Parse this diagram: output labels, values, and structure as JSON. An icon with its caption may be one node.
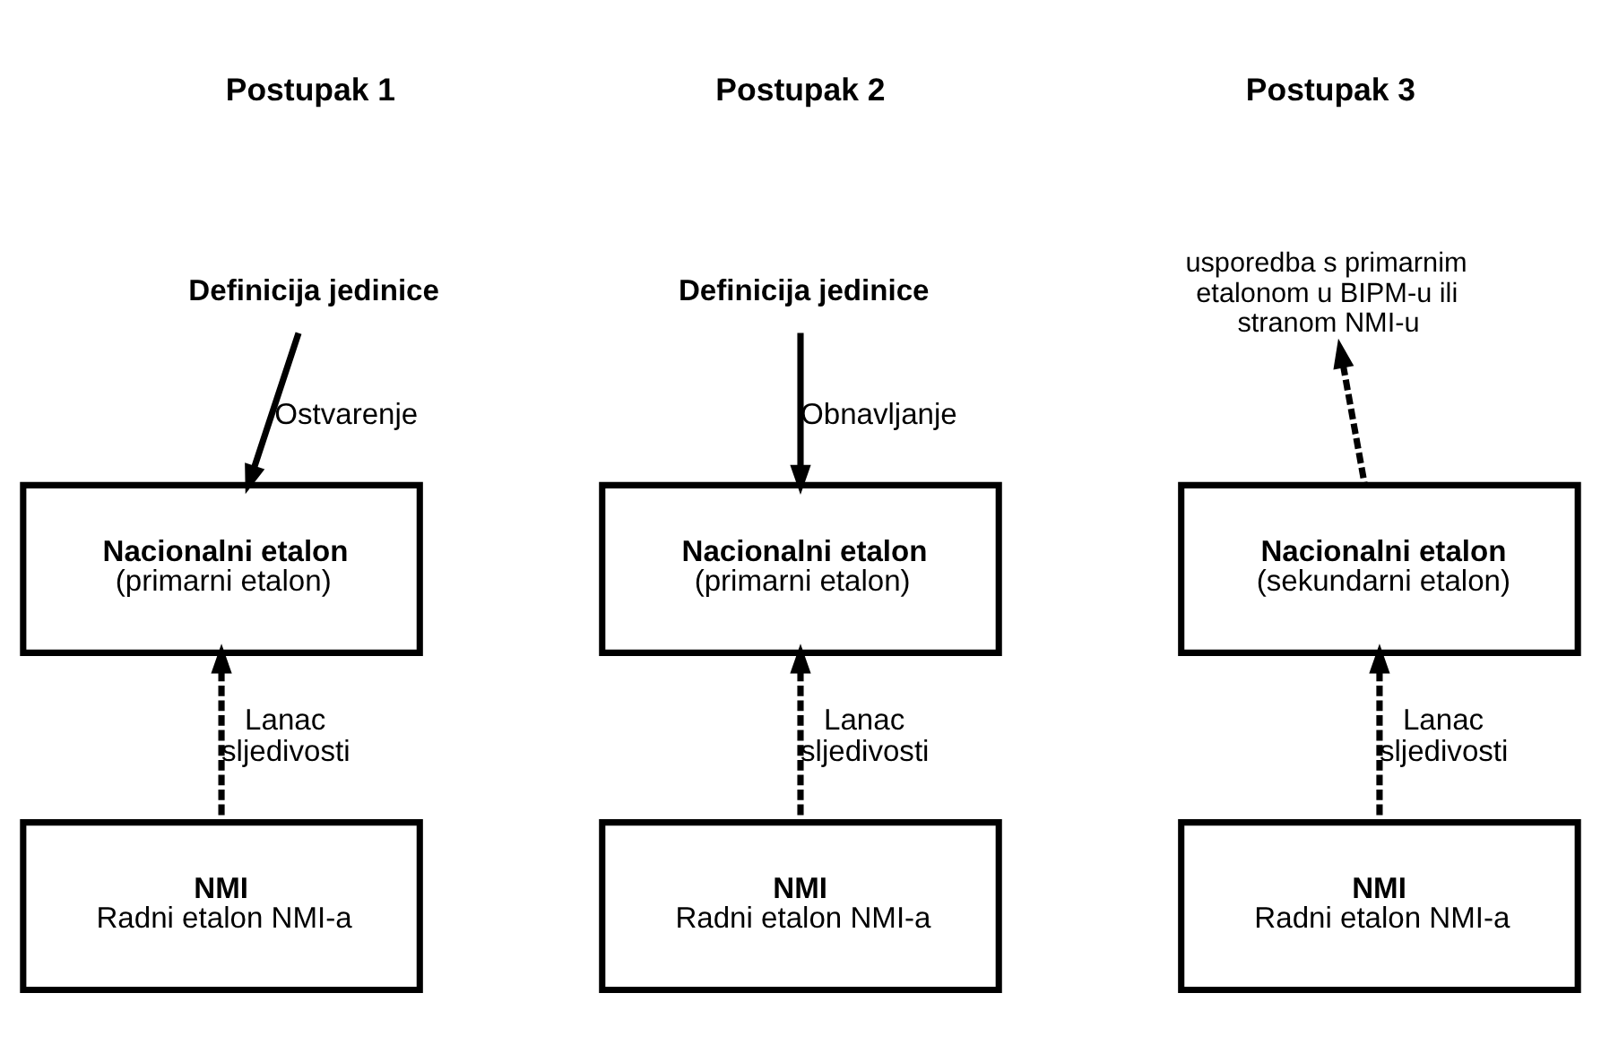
{
  "diagram": {
    "nodes": [
      {
        "text": [
          "Definicija jedinice"
        ]
      },
      {
        "text": [
          "Definicija jedinice"
        ]
      },
      {
        "text": [
          "usporedba s primarnim etalonom u BIPM-u ili stranom NMI-u"
        ]
      },
      {
        "text": [
          "Nacionalni etalon",
          "(primarni etalon)"
        ]
      },
      {
        "text": [
          "Nacionalni etalon",
          "(primarni etalon)"
        ]
      },
      {
        "text": [
          "Nacionalni etalon",
          "(sekundarni etalon)"
        ]
      },
      {
        "text": [
          "NMI",
          "Radni etalon NMI-a"
        ]
      },
      {
        "text": [
          "NMI",
          "Radni etalon NMI-a"
        ]
      },
      {
        "text": [
          "NMI",
          "Radni etalon NMI-a"
        ]
      }
    ],
    "edges": [
      {
        "from": 0,
        "to": 3,
        "arrow": "to",
        "label": "Ostvarenje"
      },
      {
        "from": 1,
        "to": 4,
        "arrow": "to",
        "label": "Obnavljanje"
      },
      {
        "from": 5,
        "to": 2,
        "arrow": "to",
        "style": "dashed"
      },
      {
        "from": 6,
        "to": 3,
        "arrow": "to",
        "style": "dashed",
        "label": "Lanac sljedivosti"
      },
      {
        "from": 7,
        "to": 4,
        "arrow": "to",
        "style": "dashed",
        "label": "Lanac sljedivosti"
      },
      {
        "from": 8,
        "to": 5,
        "arrow": "to",
        "style": "dashed",
        "label": "Lanac sljedivosti"
      }
    ],
    "labels": [
      "Postupak 1",
      "Postupak 2",
      "Postupak 3"
    ]
  }
}
